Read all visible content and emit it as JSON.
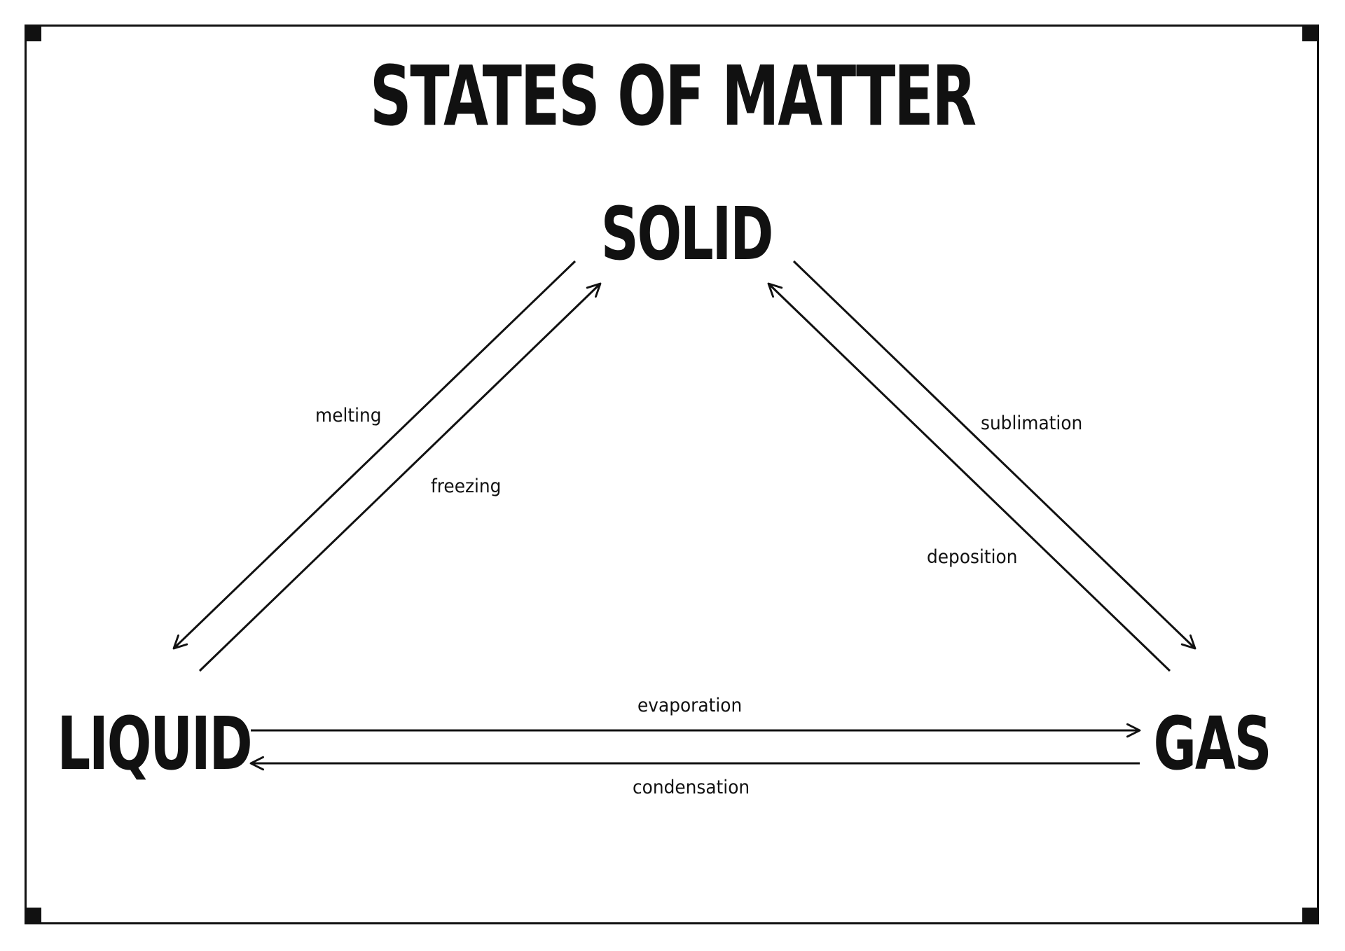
{
  "diagram": {
    "title": "STATES OF MATTER",
    "states": {
      "solid": "SOLID",
      "liquid": "LIQUID",
      "gas": "GAS"
    },
    "processes": {
      "melting": {
        "label": "melting",
        "from": "SOLID",
        "to": "LIQUID"
      },
      "freezing": {
        "label": "freezing",
        "from": "LIQUID",
        "to": "SOLID"
      },
      "sublimation": {
        "label": "sublimation",
        "from": "SOLID",
        "to": "GAS"
      },
      "deposition": {
        "label": "deposition",
        "from": "GAS",
        "to": "SOLID"
      },
      "evaporation": {
        "label": "evaporation",
        "from": "LIQUID",
        "to": "GAS"
      },
      "condensation": {
        "label": "condensation",
        "from": "GAS",
        "to": "LIQUID"
      }
    }
  }
}
